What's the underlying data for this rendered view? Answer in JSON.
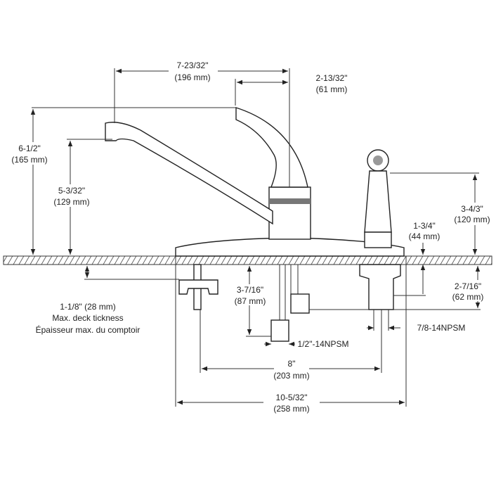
{
  "dimensions": {
    "spout_reach": {
      "imperial": "7-23/32\"",
      "metric": "(196 mm)"
    },
    "lever_offset": {
      "imperial": "2-13/32\"",
      "metric": "(61 mm)"
    },
    "overall_height": {
      "imperial": "6-1/2\"",
      "metric": "(165 mm)"
    },
    "spout_height": {
      "imperial": "5-3/32\"",
      "metric": "(129 mm)"
    },
    "sprayer_height": {
      "imperial": "3-4/3\"",
      "metric": "(120 mm)"
    },
    "sprayer_base_height": {
      "imperial": "1-3/4\"",
      "metric": "(44 mm)"
    },
    "sprayer_shank": {
      "imperial": "2-7/16\"",
      "metric": "(62 mm)"
    },
    "supply_length": {
      "imperial": "3-7/16\"",
      "metric": "(87 mm)"
    },
    "deck": {
      "line1": "1-1/8\" (28 mm)",
      "line2": "Max. deck tickness",
      "line3": "Épaisseur max. du comptoir"
    },
    "supply_thread": "1/2\"-14NPSM",
    "sprayer_thread": "7/8-14NPSM",
    "centers": {
      "imperial": "8\"",
      "metric": "(203 mm)"
    },
    "overall_width": {
      "imperial": "10-5/32\"",
      "metric": "(258 mm)"
    }
  }
}
